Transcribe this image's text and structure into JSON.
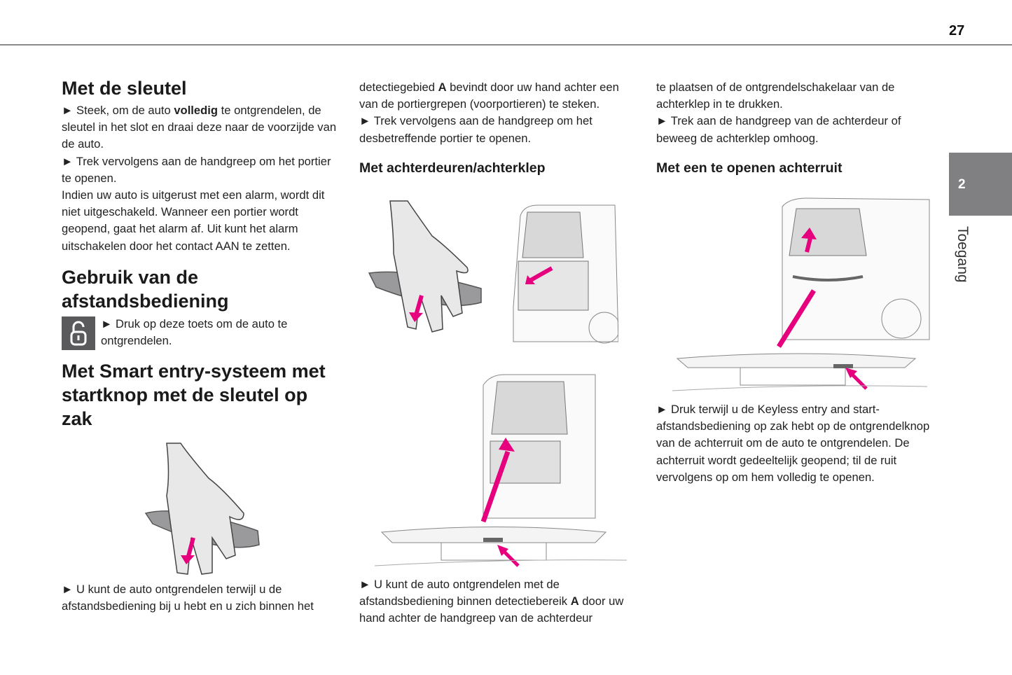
{
  "page_number": "27",
  "side_tab": {
    "chapter": "2",
    "label": "Toegang",
    "color": "#808083"
  },
  "accent_color": "#e6007e",
  "col1": {
    "h_sleutel": "Met de sleutel",
    "p1_a": "► Steek, om de auto ",
    "p1_bold": "volledig",
    "p1_b": " te ontgrendelen, de sleutel in het slot en draai deze naar de voorzijde van de auto.",
    "p2": "► Trek vervolgens aan de handgreep om het portier te openen.",
    "p3": "Indien uw auto is uitgerust met een alarm, wordt dit niet uitgeschakeld. Wanneer een portier wordt geopend, gaat het alarm af. Uit kunt het alarm uitschakelen door het contact AAN te zetten.",
    "h_afstand": "Gebruik van de afstandsbediening",
    "p_afstand": "► Druk op deze toets om de auto te ontgrendelen.",
    "icon": "unlock-icon",
    "h_smart": "Met Smart entry-systeem met startknop met de sleutel op zak",
    "p_smart": "► U kunt de auto ontgrendelen terwijl u de afstandsbediening bij u hebt en u zich binnen het"
  },
  "col2": {
    "p1_a": "detectiegebied ",
    "p1_bold": "A",
    "p1_b": " bevindt door uw hand achter een van de portiergrepen (voorportieren) te steken.",
    "p2": "► Trek vervolgens aan de handgreep om het desbetreffende portier te openen.",
    "h_achter": "Met achterdeuren/achterklep",
    "p3_a": "► U kunt de auto ontgrendelen met de afstandsbediening binnen detectiebereik ",
    "p3_bold": "A",
    "p3_b": " door uw hand achter de handgreep van de achterdeur"
  },
  "col3": {
    "p1": "te plaatsen of de ontgrendelschakelaar van de achterklep in te drukken.",
    "p2": "► Trek aan de handgreep van de achterdeur of beweeg de achterklep omhoog.",
    "h_ruit": "Met een te openen achterruit",
    "p3": "► Druk terwijl u de Keyless entry and start-afstandsbediening op zak hebt op de ontgrendelknop van de achterruit om de auto te ontgrendelen. De achterruit wordt gedeeltelijk geopend; til de ruit vervolgens op om hem volledig te openen."
  }
}
